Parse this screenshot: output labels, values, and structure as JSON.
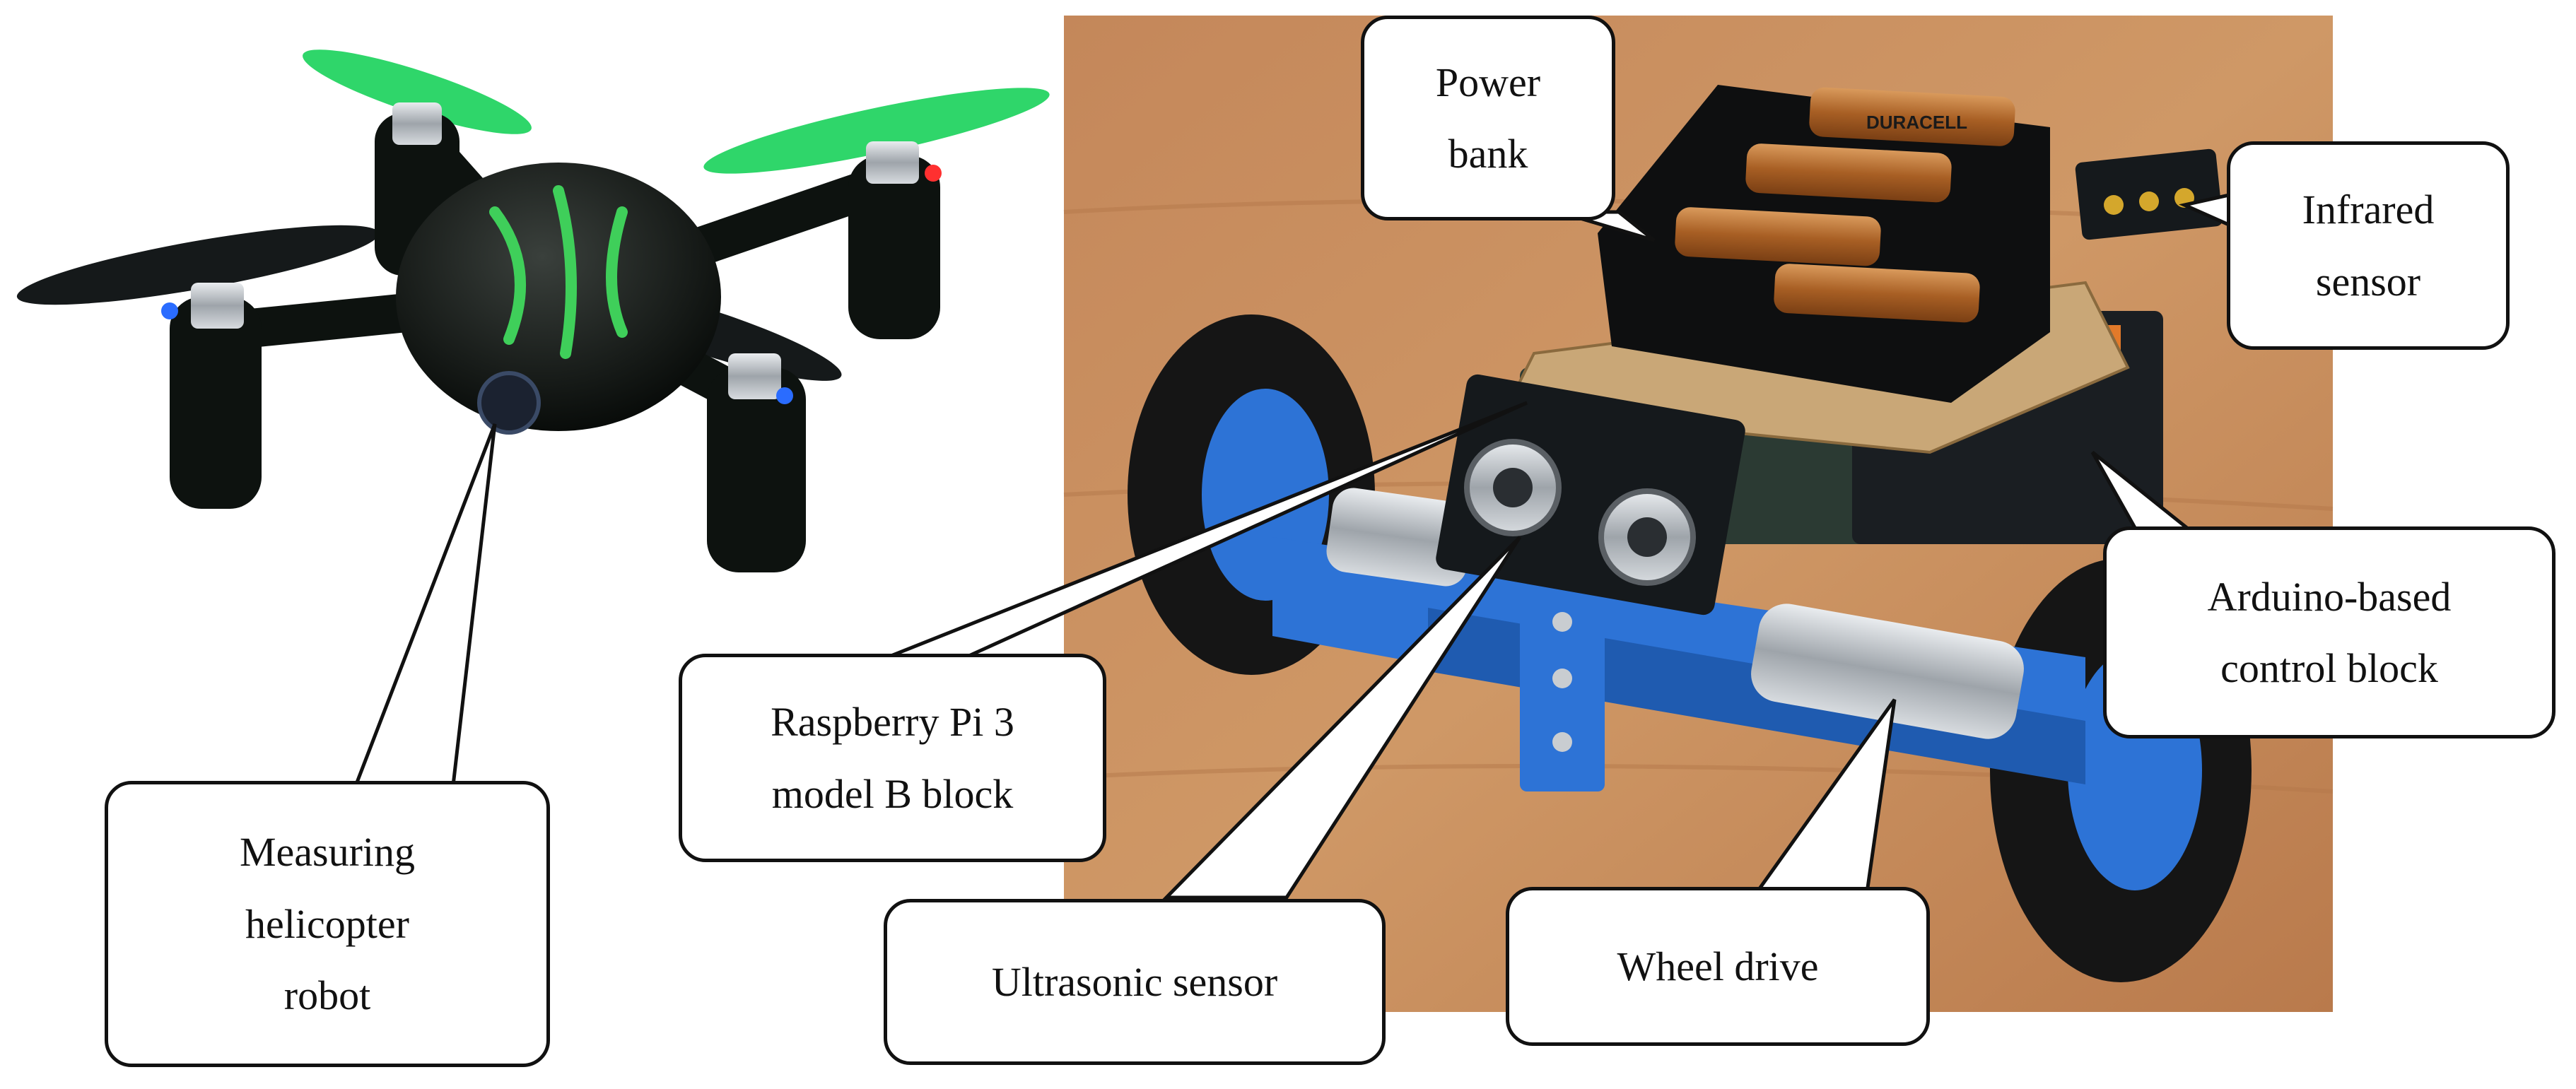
{
  "callouts": {
    "power_bank": "Power\nbank",
    "infrared_sensor": "Infrared\nsensor",
    "arduino_control_block": "Arduino-based\ncontrol block",
    "raspberry_pi_block": "Raspberry Pi 3\nmodel B block",
    "measuring_helicopter_robot": "Measuring\nhelicopter\nrobot",
    "ultrasonic_sensor": "Ultrasonic sensor",
    "wheel_drive": "Wheel drive"
  },
  "objects": {
    "helicopter_robot": "quadcopter-drone",
    "wheeled_robot": "two-wheeled-robot",
    "batteries": "DURACELL"
  },
  "colors": {
    "drone_body": "#0d120f",
    "drone_accent": "#3fcf5a",
    "propeller": "#2fd66a",
    "photo_background": "#c98e5c",
    "chassis_blue": "#2d73d6",
    "board_wood": "#c9a777",
    "battery_copper": "#b46a2c",
    "outline": "#111111"
  }
}
